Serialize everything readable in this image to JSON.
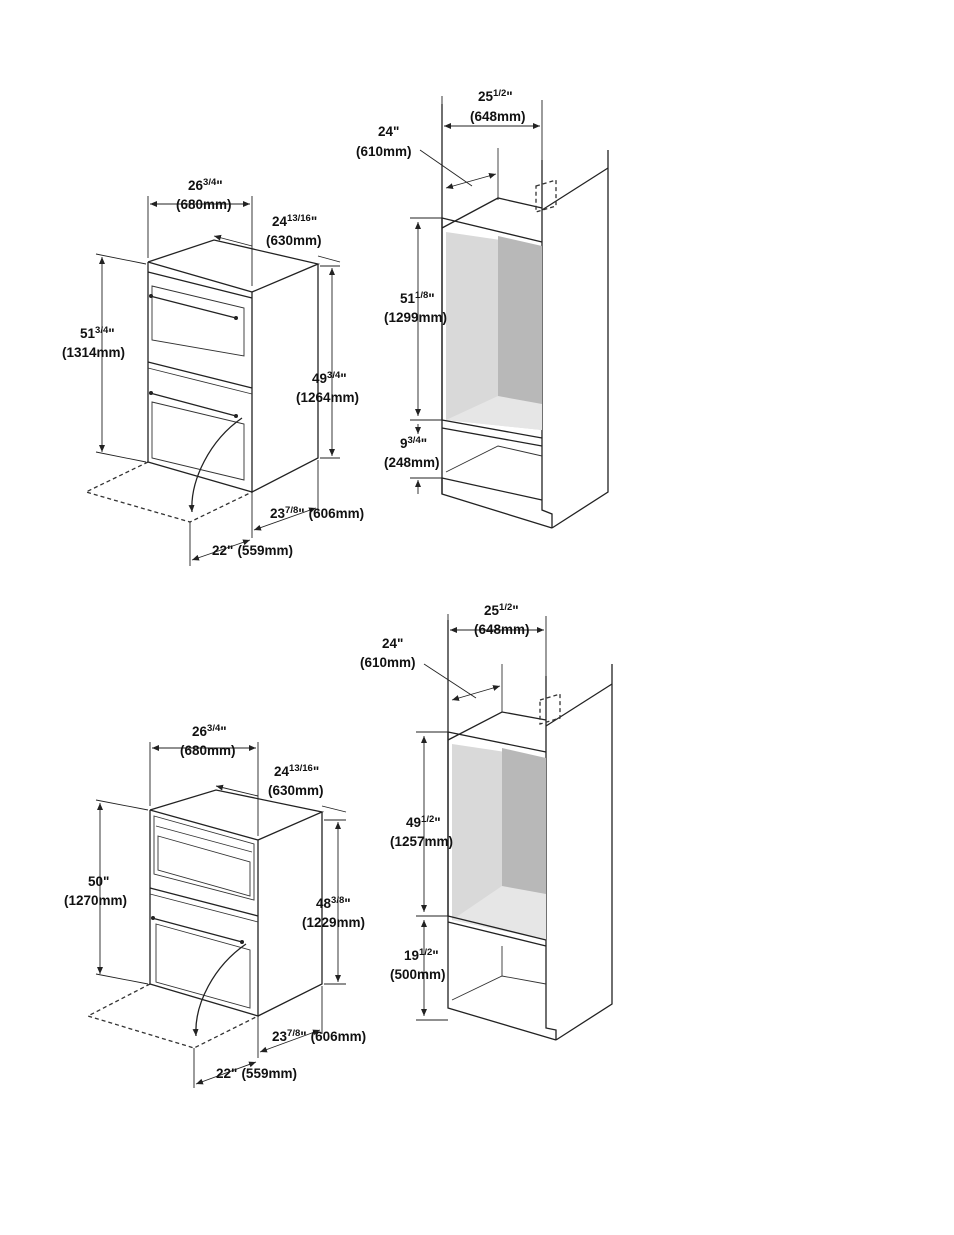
{
  "figures": [
    {
      "oven": {
        "width": {
          "whole": "26",
          "frac": "3/4",
          "unit": "\"",
          "mm": "(680mm)"
        },
        "depth": {
          "whole": "24",
          "frac": "13/16",
          "unit": "\"",
          "mm": "(630mm)"
        },
        "height_front": {
          "whole": "51",
          "frac": "3/4",
          "unit": "\"",
          "mm": "(1314mm)"
        },
        "height_side": {
          "whole": "49",
          "frac": "3/4",
          "unit": "\"",
          "mm": "(1264mm)"
        },
        "depth_body": {
          "whole": "23",
          "frac": "7/8",
          "unit": "\"",
          "mm": "(606mm)"
        },
        "door": {
          "whole": "22",
          "frac": "",
          "unit": "\"",
          "mm": "(559mm)"
        }
      },
      "cabinet": {
        "outer_width": {
          "whole": "25",
          "frac": "1/2",
          "unit": "\"",
          "mm": "(648mm)"
        },
        "depth": {
          "whole": "24",
          "frac": "",
          "unit": "\"",
          "mm": "(610mm)"
        },
        "cutout_height": {
          "whole": "51",
          "frac": "1/8",
          "unit": "\"",
          "mm": "(1299mm)"
        },
        "floor_height": {
          "whole": "9",
          "frac": "3/4",
          "unit": "\"",
          "mm": "(248mm)"
        }
      }
    },
    {
      "oven": {
        "width": {
          "whole": "26",
          "frac": "3/4",
          "unit": "\"",
          "mm": "(680mm)"
        },
        "depth": {
          "whole": "24",
          "frac": "13/16",
          "unit": "\"",
          "mm": "(630mm)"
        },
        "height_front": {
          "whole": "50",
          "frac": "",
          "unit": "\"",
          "mm": "(1270mm)"
        },
        "height_side": {
          "whole": "48",
          "frac": "3/8",
          "unit": "\"",
          "mm": "(1229mm)"
        },
        "depth_body": {
          "whole": "23",
          "frac": "7/8",
          "unit": "\"",
          "mm": "(606mm)"
        },
        "door": {
          "whole": "22",
          "frac": "",
          "unit": "\"",
          "mm": "(559mm)"
        }
      },
      "cabinet": {
        "outer_width": {
          "whole": "25",
          "frac": "1/2",
          "unit": "\"",
          "mm": "(648mm)"
        },
        "depth": {
          "whole": "24",
          "frac": "",
          "unit": "\"",
          "mm": "(610mm)"
        },
        "cutout_height": {
          "whole": "49",
          "frac": "1/2",
          "unit": "\"",
          "mm": "(1257mm)"
        },
        "floor_height": {
          "whole": "19",
          "frac": "1/2",
          "unit": "\"",
          "mm": "(500mm)"
        }
      }
    }
  ],
  "colors": {
    "line": "#222222",
    "cavity": "#d9d9d9",
    "cavity_dark": "#b8b8b8",
    "cavity_floor": "#e6e6e6"
  }
}
